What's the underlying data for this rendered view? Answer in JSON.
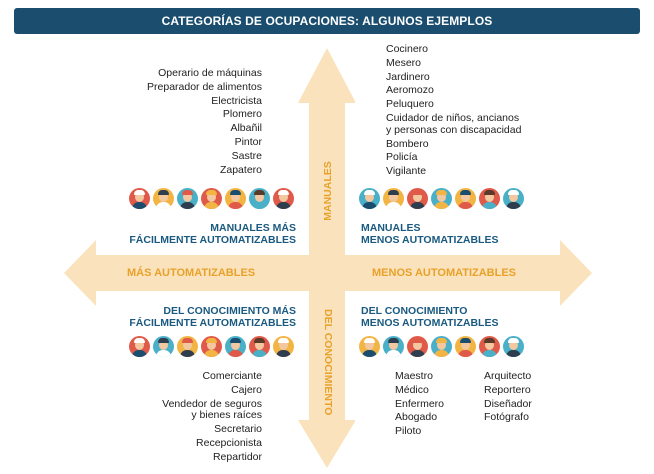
{
  "title": "CATEGORÍAS DE OCUPACIONES: ALGUNOS EJEMPLOS",
  "axes": {
    "left": "MÁS AUTOMATIZABLES",
    "right": "MENOS AUTOMATIZABLES",
    "top": "MANUALES",
    "bottom": "DEL CONOCIMIENTO"
  },
  "quadrants": {
    "top_left": {
      "title_line1": "MANUALES MÁS",
      "title_line2": "FÁCILMENTE AUTOMATIZABLES",
      "items": [
        "Operario de máquinas",
        "Preparador de alimentos",
        "Electricista",
        "Plomero",
        "Albañil",
        "Pintor",
        "Sastre",
        "Zapatero"
      ],
      "avatar_colors": [
        "#e05a4a",
        "#f2b544",
        "#4ab0c8",
        "#e05a4a",
        "#f2b544",
        "#4ab0c8",
        "#e05a4a"
      ]
    },
    "top_right": {
      "title_line1": "MANUALES",
      "title_line2": "MENOS AUTOMATIZABLES",
      "items": [
        "Cocinero",
        "Mesero",
        "Jardinero",
        "Aeromozo",
        "Peluquero",
        "Cuidador de niños, ancianos",
        "y personas con discapacidad",
        "Bombero",
        "Policía",
        "Vigilante"
      ],
      "avatar_colors": [
        "#4ab0c8",
        "#f2b544",
        "#e05a4a",
        "#4ab0c8",
        "#f2b544",
        "#e05a4a",
        "#4ab0c8"
      ]
    },
    "bottom_left": {
      "title_line1": "DEL CONOCIMIENTO MÁS",
      "title_line2": "FÁCILMENTE AUTOMATIZABLES",
      "items": [
        "Comerciante",
        "Cajero",
        "Vendedor de seguros",
        "y bienes raíces",
        "Secretario",
        "Recepcionista",
        "Repartidor"
      ],
      "avatar_colors": [
        "#e05a4a",
        "#4ab0c8",
        "#f2b544",
        "#e05a4a",
        "#4ab0c8",
        "#e05a4a",
        "#f2b544"
      ]
    },
    "bottom_right": {
      "title_line1": "DEL CONOCIMIENTO",
      "title_line2": "MENOS AUTOMATIZABLES",
      "items_col1": [
        "Maestro",
        "Médico",
        "Enfermero",
        "Abogado",
        "Piloto"
      ],
      "items_col2": [
        "Arquitecto",
        "Reportero",
        "Diseñador",
        "Fotógrafo"
      ],
      "avatar_colors": [
        "#f2b544",
        "#4ab0c8",
        "#e05a4a",
        "#4ab0c8",
        "#f2b544",
        "#e05a4a",
        "#4ab0c8"
      ]
    }
  },
  "colors": {
    "header_bg": "#1a4d6e",
    "arrow": "#fae3bc",
    "axis_text": "#e8a12a",
    "category_title": "#1a5a80"
  }
}
